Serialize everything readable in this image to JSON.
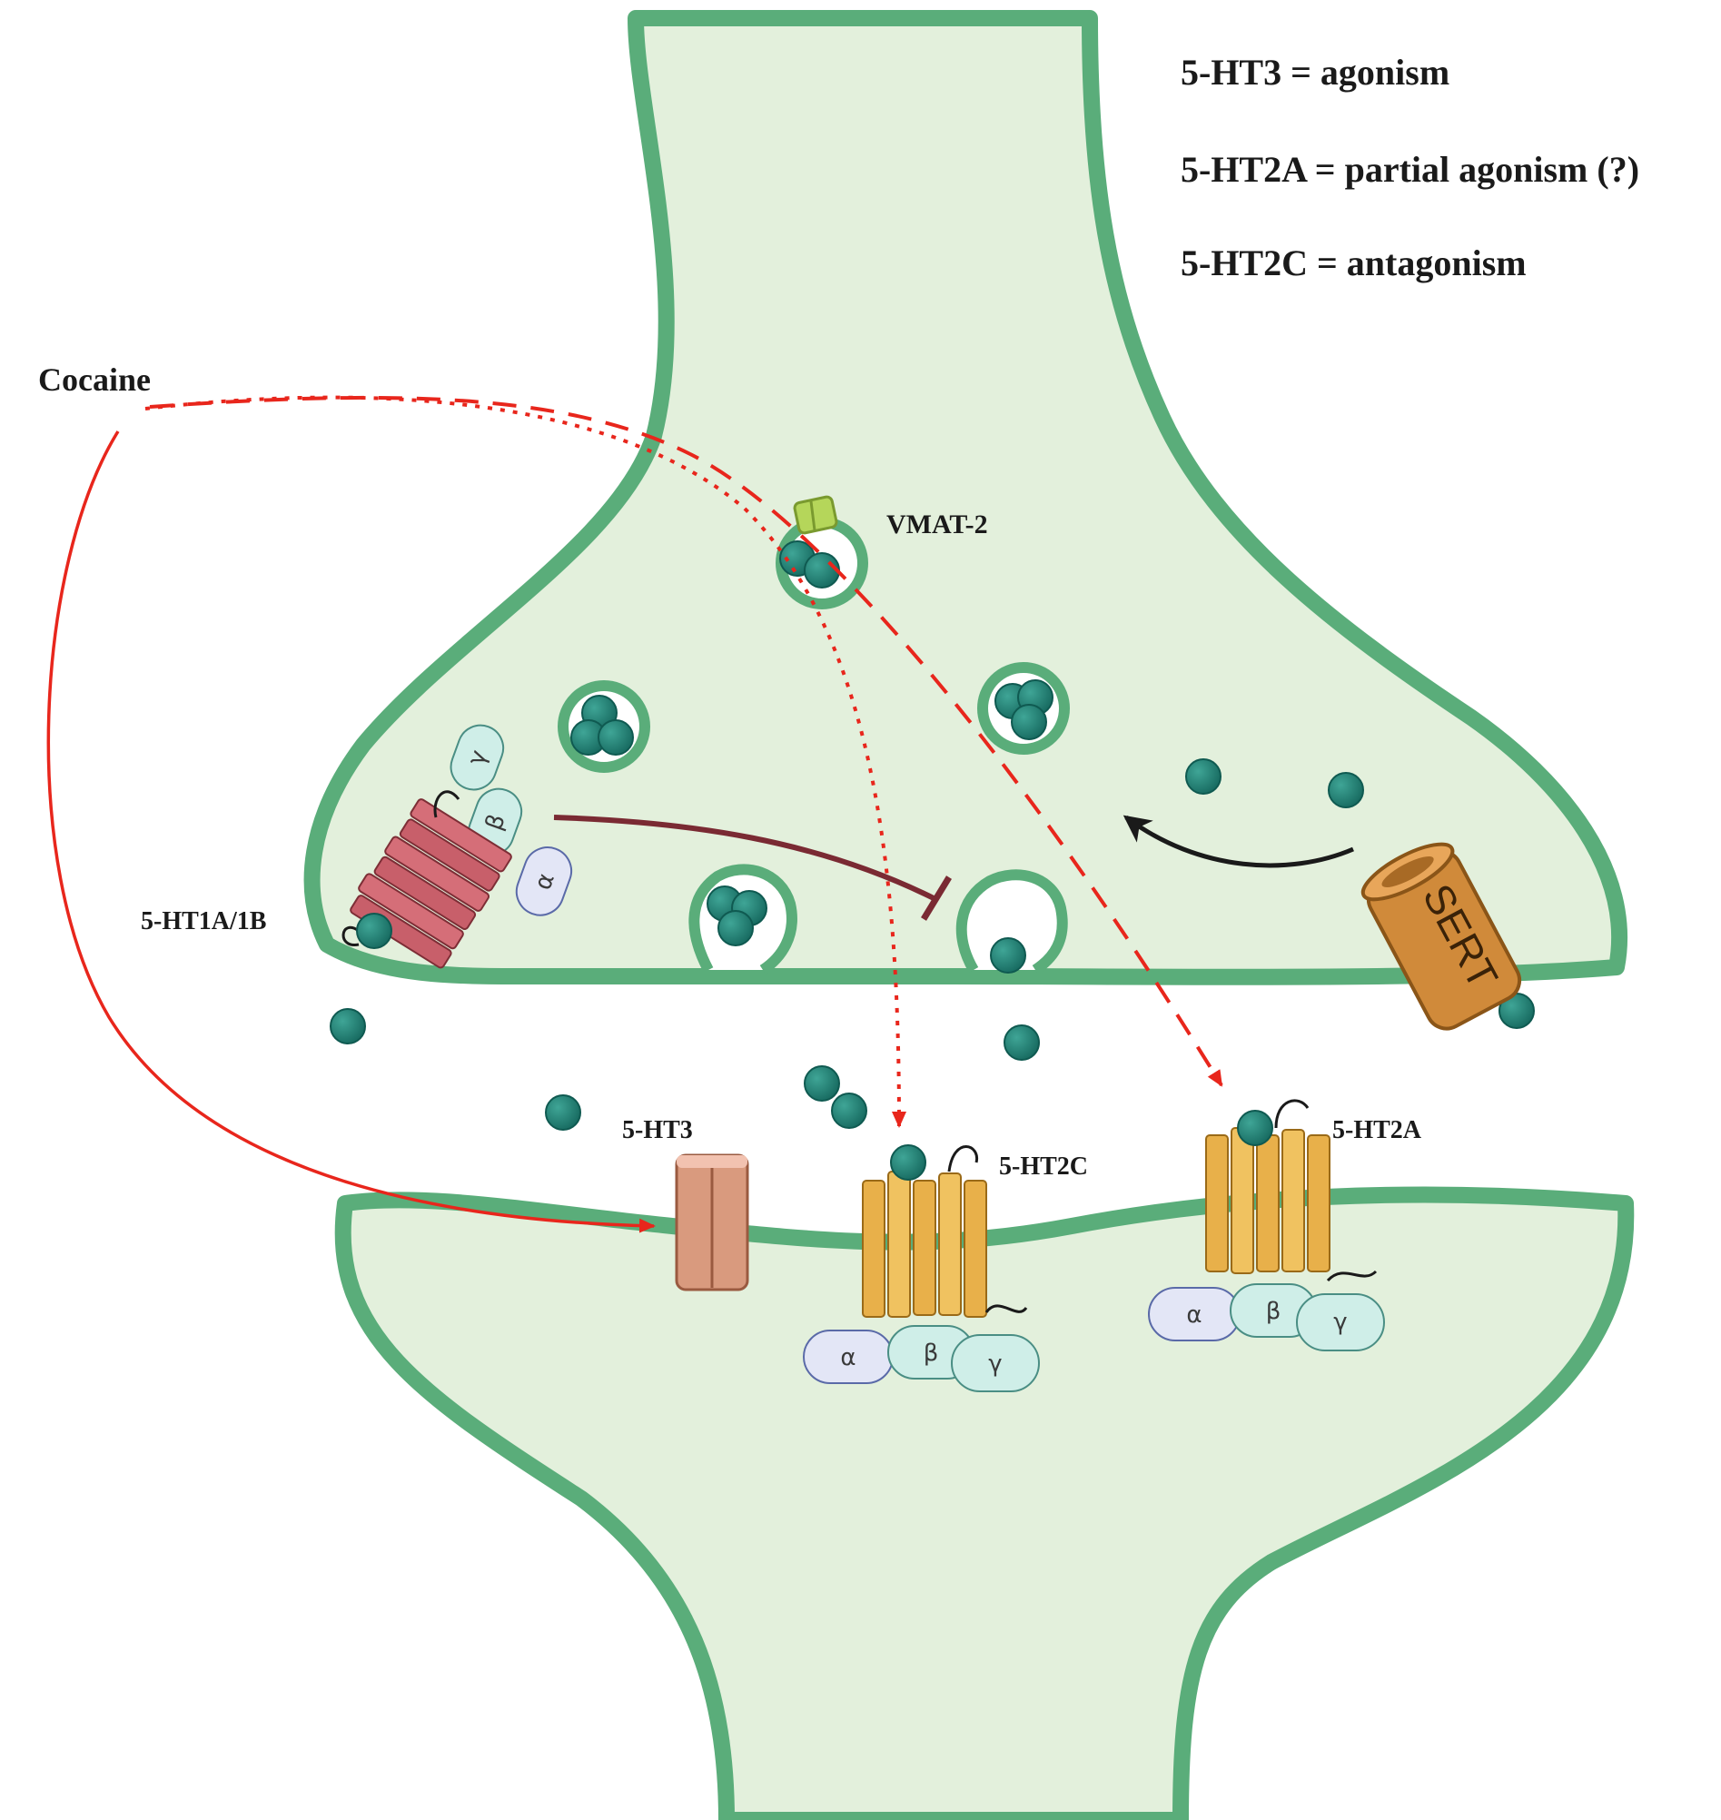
{
  "legend": {
    "line1": "5-HT3 = agonism",
    "line2": "5-HT2A = partial agonism (?)",
    "line3": "5-HT2C = antagonism"
  },
  "labels": {
    "cocaine": "Cocaine",
    "vmat2": "VMAT-2",
    "ht1a1b": "5-HT1A/1B",
    "ht3": "5-HT3",
    "ht2c": "5-HT2C",
    "ht2a": "5-HT2A",
    "sert": "SERT"
  },
  "g_protein": {
    "alpha": "α",
    "beta": "β",
    "gamma": "γ"
  },
  "colors": {
    "membrane": "#5aad7a",
    "cytoplasm": "#e3f0dc",
    "serotonin": "#1f7d72",
    "receptor": "#e8b04a",
    "autoreceptor": "#c85f6a",
    "channel": "#d99a7e",
    "sert": "#d08a3a",
    "cocaine_arrow": "#e8261c",
    "inhibition": "#7a2a33"
  }
}
